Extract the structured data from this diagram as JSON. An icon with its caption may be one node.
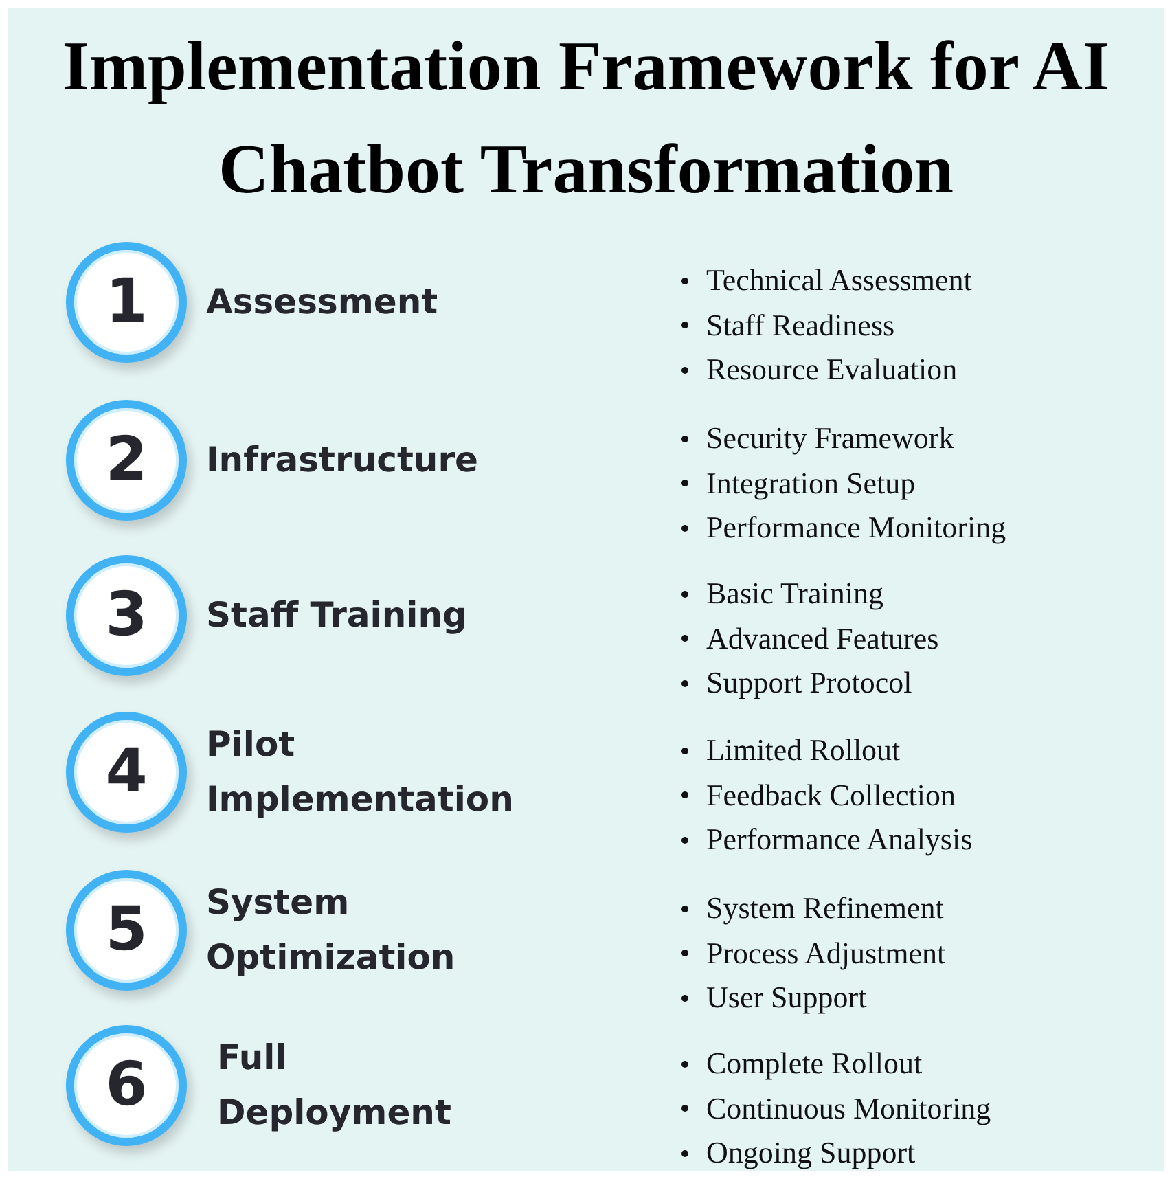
{
  "diagram": {
    "title": "Implementation Framework for AI Chatbot Transformation",
    "nodes": [
      {
        "text": [
          "1"
        ],
        "beside": [
          "Assessment",
          "Technical Assessment",
          "Staff Readiness",
          "Resource Evaluation"
        ]
      },
      {
        "text": [
          "2"
        ],
        "beside": [
          "Infrastructure",
          "Security Framework",
          "Integration Setup",
          "Performance Monitoring"
        ]
      },
      {
        "text": [
          "3"
        ],
        "beside": [
          "Staff Training",
          "Basic Training",
          "Advanced Features",
          "Support Protocol"
        ]
      },
      {
        "text": [
          "4"
        ],
        "beside": [
          "Pilot Implementation",
          "Limited Rollout",
          "Feedback Collection",
          "Performance Analysis"
        ]
      },
      {
        "text": [
          "5"
        ],
        "beside": [
          "System Optimization",
          "System Refinement",
          "Process Adjustment",
          "User Support"
        ]
      },
      {
        "text": [
          "6"
        ],
        "beside": [
          "Full Deployment",
          "Complete Rollout",
          "Continuous Monitoring",
          "Ongoing Support"
        ]
      }
    ],
    "edges": []
  }
}
